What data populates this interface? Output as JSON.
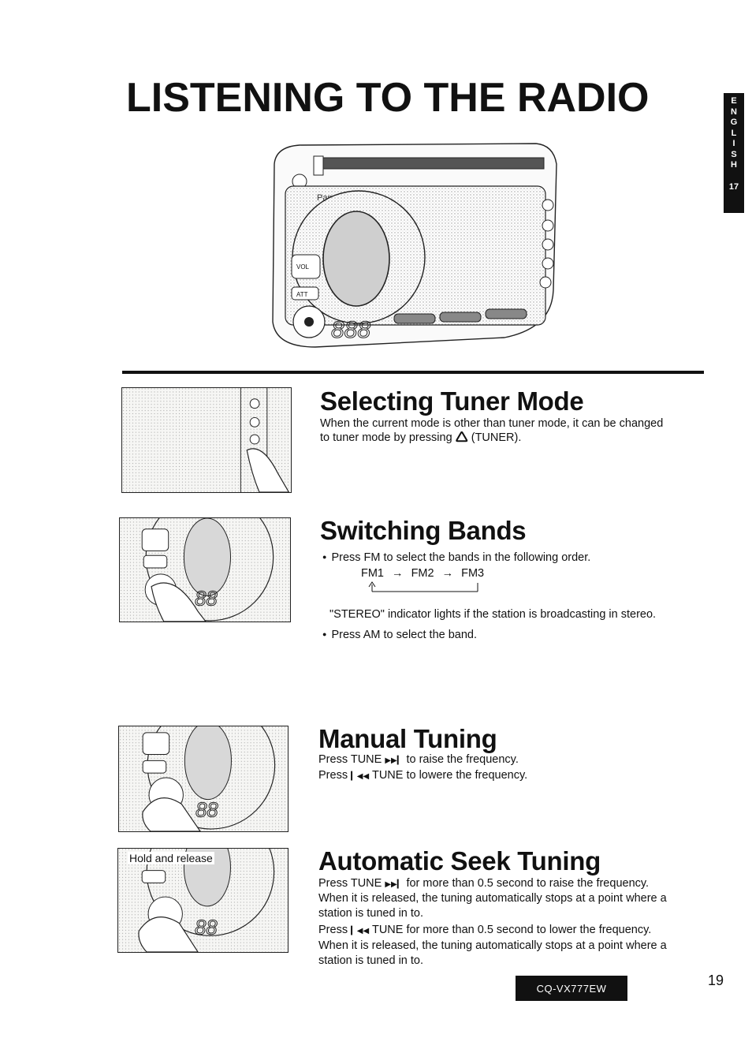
{
  "page": {
    "title": "LISTENING TO THE RADIO",
    "language_tab": [
      "E",
      "N",
      "G",
      "L",
      "I",
      "S",
      "H"
    ],
    "tab_page": "17",
    "model": "CQ-VX777EW",
    "page_number": "19"
  },
  "sections": {
    "selecting": {
      "heading": "Selecting Tuner Mode",
      "line1": "When the current mode is other than tuner mode, it can be changed",
      "line2_pre": "to tuner mode by pressing",
      "line2_post": "(TUNER)."
    },
    "bands": {
      "heading": "Switching Bands",
      "fm_bullet": "Press FM to select the bands in the following order.",
      "fm1": "FM1",
      "fm2": "FM2",
      "fm3": "FM3",
      "arrow": "→",
      "stereo": "\"STEREO\" indicator lights if the station is broadcasting in stereo.",
      "am_bullet": "Press AM to select the band."
    },
    "manual": {
      "heading": "Manual Tuning",
      "line1_pre": "Press TUNE",
      "line1_post": "to raise the frequency.",
      "line2_pre": "Press",
      "line2_post": "TUNE to lowere the frequency."
    },
    "seek": {
      "heading": "Automatic Seek Tuning",
      "figure_label": "Hold and release",
      "line1_pre": "Press TUNE",
      "line1_post": "for more than 0.5 second to raise the frequency.",
      "line2": "When it is released, the tuning automatically stops at a point where a",
      "line3": "station is tuned in to.",
      "line4_pre": "Press",
      "line4_post": "TUNE for more than 0.5 second to lower the frequency.",
      "line5": "When it is released, the tuning automatically stops at a point where a",
      "line6": "station is tuned in to."
    }
  },
  "device_labels": {
    "brand": "Panasonic",
    "vol": "VOL",
    "att": "ATT"
  }
}
